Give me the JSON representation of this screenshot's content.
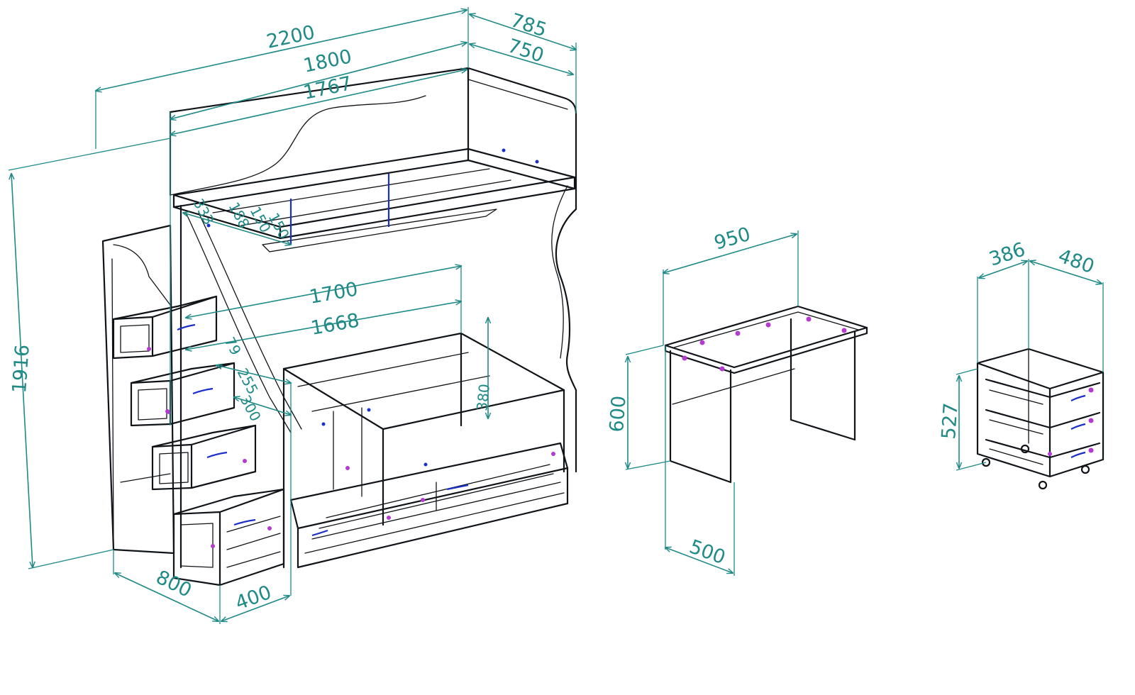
{
  "colors": {
    "line": "#101418",
    "dimension": "#1f8a86",
    "handle": "#1a2fc8",
    "fastener": "#b43ad0",
    "background": "#ffffff"
  },
  "dimensions": {
    "bed_length_overall": "2200",
    "bed_depth_overall": "785",
    "bed_length_top": "1800",
    "bed_depth_top": "750",
    "bed_inner_top": "1767",
    "bed_height": "1916",
    "bed_lower_length": "1700",
    "bed_lower_inner": "1668",
    "lower_side_height": "380",
    "stair_depth": "800",
    "stair_width": "400",
    "ladder_1": "333",
    "ladder_2": "188",
    "ladder_3": "150",
    "ladder_4": "150",
    "step_1": "79",
    "step_2": "255",
    "step_3": "300",
    "desk_width": "950",
    "desk_height": "600",
    "desk_depth": "500",
    "pedestal_width": "386",
    "pedestal_depth": "480",
    "pedestal_height": "527"
  }
}
